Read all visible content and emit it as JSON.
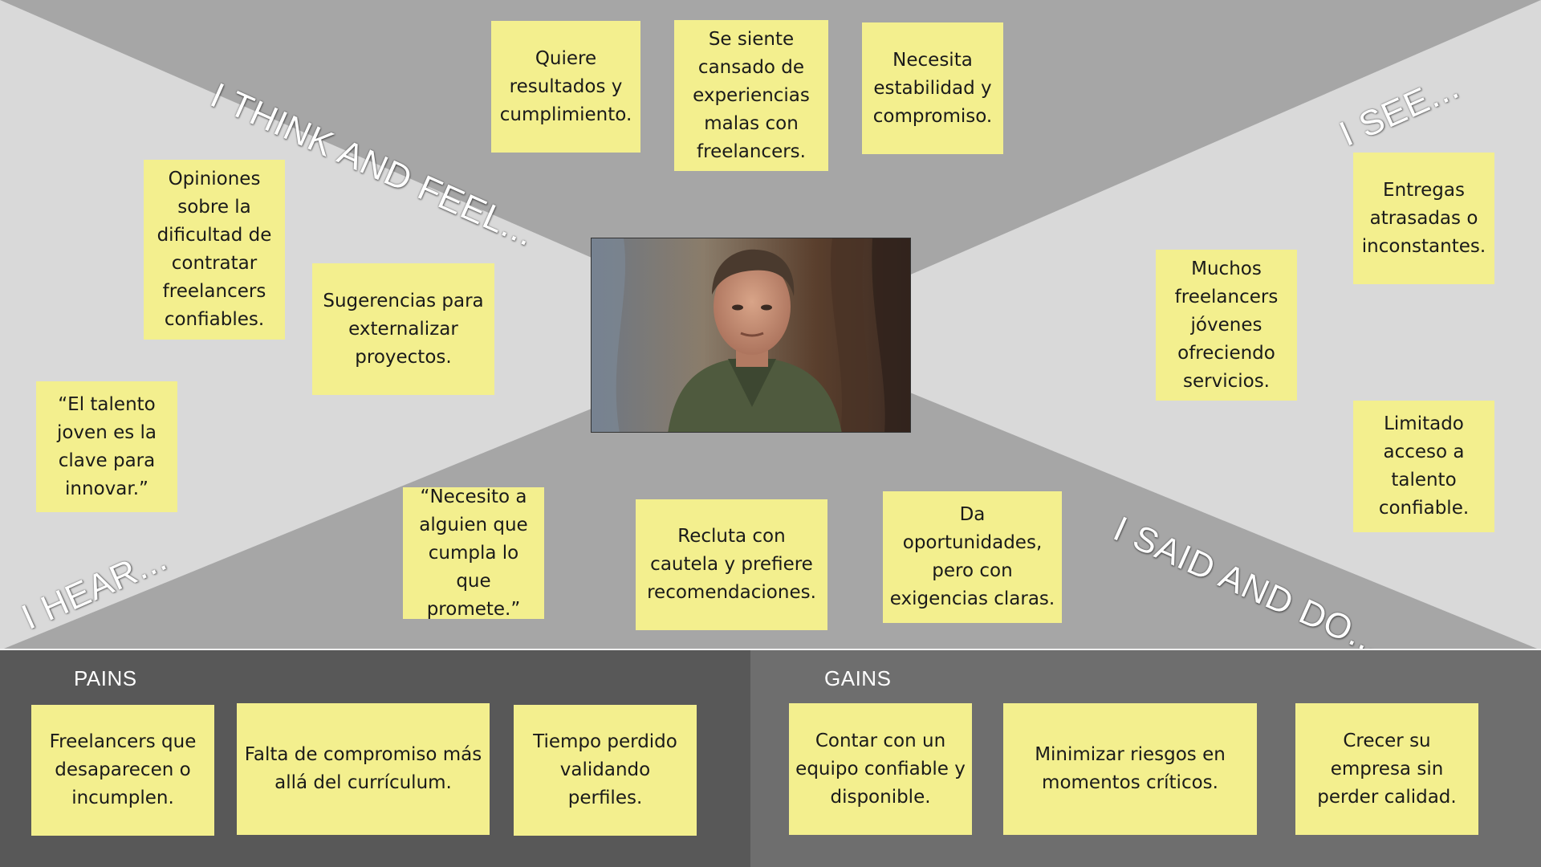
{
  "colors": {
    "background_light": "#d9d9d9",
    "background_top_band": "#a6a6a6",
    "background_bottom_band": "#a6a6a6",
    "sticky_note": "#f3ef8e",
    "pains_panel": "#585858",
    "gains_panel": "#6e6e6e",
    "label_text": "#ffffff"
  },
  "quadrants": {
    "think_feel": "I THINK AND FEEL...",
    "see": "I SEE...",
    "hear": "I HEAR...",
    "said_do": "I SAID AND DO..."
  },
  "photo": {
    "description_icon": "portrait-photo"
  },
  "think_feel_notes": [
    "Quiere resultados y cumplimiento.",
    "Se siente cansado de experiencias malas con freelancers.",
    "Necesita estabilidad y compromiso."
  ],
  "hear_notes": [
    "Opiniones sobre la dificultad de contratar freelancers confiables.",
    "Sugerencias para externalizar proyectos.",
    "“El talento joven es la clave para innovar.”"
  ],
  "see_notes": [
    "Entregas atrasadas o inconstantes.",
    "Muchos freelancers jóvenes ofreciendo servicios.",
    "Limitado acceso a talento confiable."
  ],
  "said_do_notes": [
    "“Necesito a alguien que cumpla lo que promete.”",
    "Recluta con cautela y prefiere recomendaciones.",
    "Da oportunidades, pero con exigencias claras."
  ],
  "pains": {
    "title": "PAINS",
    "notes": [
      "Freelancers que desaparecen o incumplen.",
      "Falta de compromiso más allá del currículum.",
      "Tiempo perdido validando perfiles."
    ]
  },
  "gains": {
    "title": "GAINS",
    "notes": [
      "Contar con un equipo confiable y disponible.",
      "Minimizar riesgos en momentos críticos.",
      "Crecer su empresa sin perder calidad."
    ]
  }
}
